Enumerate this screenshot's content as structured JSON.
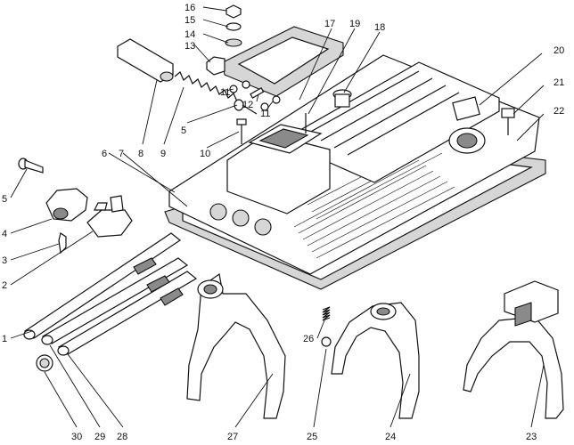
{
  "labels": [
    {
      "id": "1",
      "text": "1"
    },
    {
      "id": "2",
      "text": "2"
    },
    {
      "id": "3",
      "text": "3"
    },
    {
      "id": "4",
      "text": "4"
    },
    {
      "id": "5a",
      "text": "5"
    },
    {
      "id": "5b",
      "text": "5"
    },
    {
      "id": "6",
      "text": "6"
    },
    {
      "id": "7",
      "text": "7"
    },
    {
      "id": "8",
      "text": "8"
    },
    {
      "id": "9",
      "text": "9"
    },
    {
      "id": "10",
      "text": "10"
    },
    {
      "id": "11a",
      "text": "11"
    },
    {
      "id": "11b",
      "text": "11"
    },
    {
      "id": "12",
      "text": "12"
    },
    {
      "id": "13",
      "text": "13"
    },
    {
      "id": "14",
      "text": "14"
    },
    {
      "id": "15",
      "text": "15"
    },
    {
      "id": "16",
      "text": "16"
    },
    {
      "id": "17",
      "text": "17"
    },
    {
      "id": "18",
      "text": "18"
    },
    {
      "id": "19",
      "text": "19"
    },
    {
      "id": "20",
      "text": "20"
    },
    {
      "id": "21",
      "text": "21"
    },
    {
      "id": "22",
      "text": "22"
    },
    {
      "id": "23",
      "text": "23"
    },
    {
      "id": "24",
      "text": "24"
    },
    {
      "id": "25",
      "text": "25"
    },
    {
      "id": "26",
      "text": "26"
    },
    {
      "id": "27",
      "text": "27"
    },
    {
      "id": "28",
      "text": "28"
    },
    {
      "id": "29",
      "text": "29"
    },
    {
      "id": "30",
      "text": "30"
    }
  ]
}
